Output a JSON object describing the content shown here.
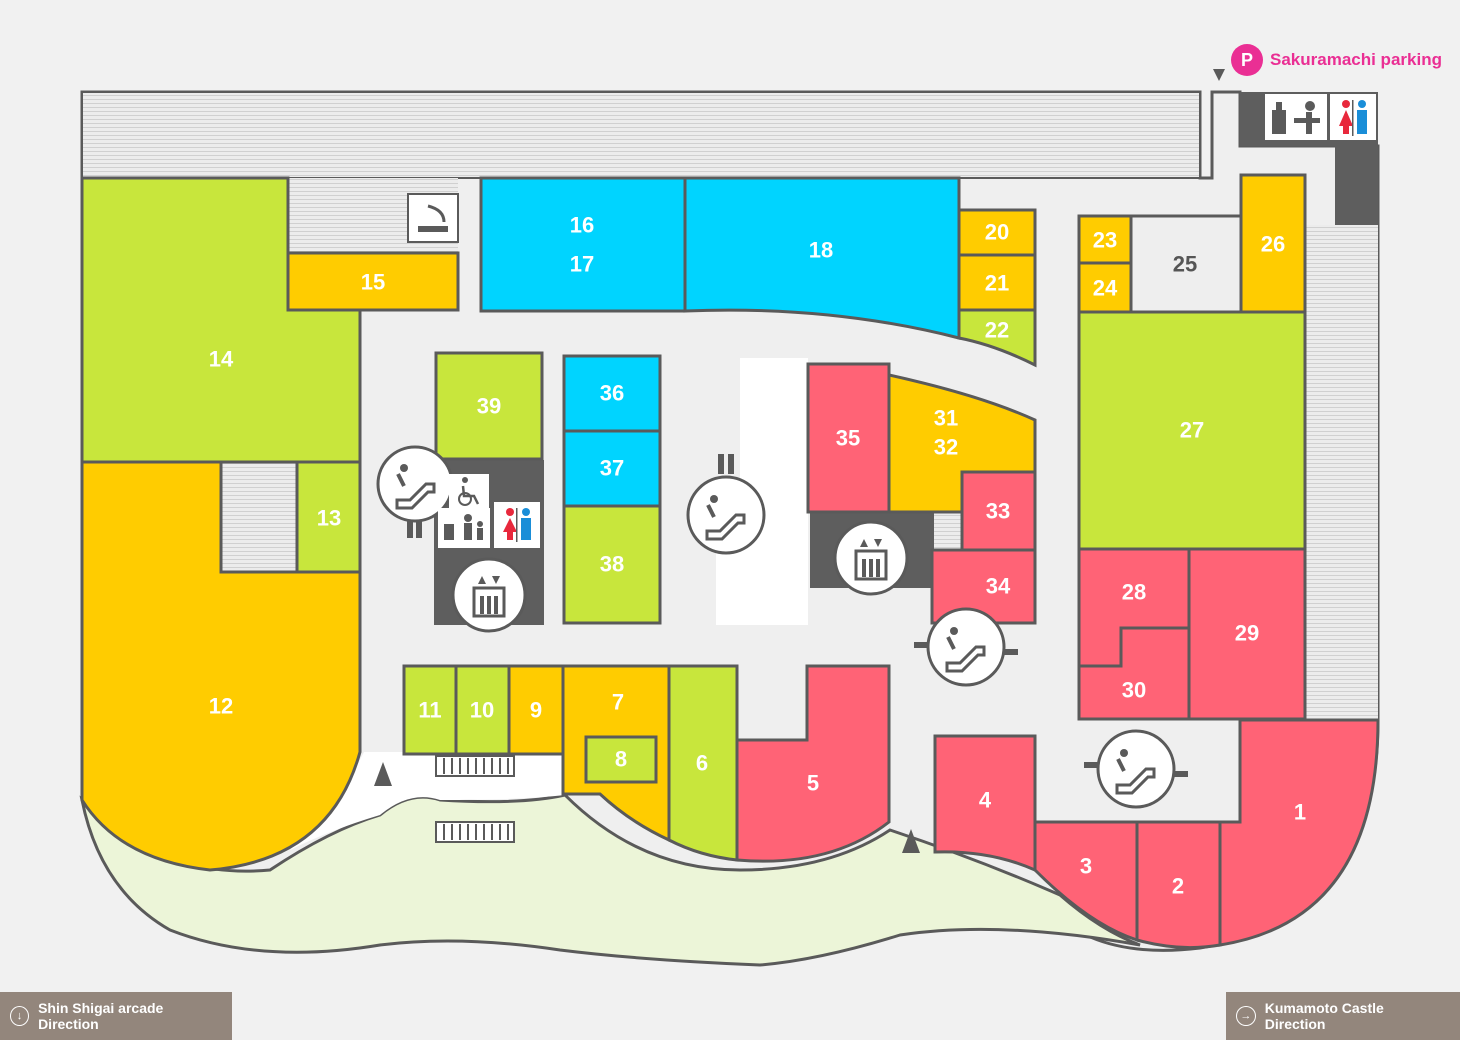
{
  "parking": {
    "icon_letter": "P",
    "label": "Sakuramachi parking"
  },
  "directions": {
    "left": {
      "label": "Shin Shigai arcade Direction",
      "icon": "arrow-down-circle-icon"
    },
    "right": {
      "label": "Kumamoto Castle Direction",
      "icon": "arrow-right-circle-icon"
    }
  },
  "colors": {
    "green": "#c8e63c",
    "yellow": "#ffcc00",
    "blue": "#00d4ff",
    "pink": "#ff6376",
    "corridor": "#efefef",
    "outline": "#5a5a5a",
    "facility": "#5e5e5e",
    "parking": "#ea2f94",
    "garden": "#ecf5d8"
  },
  "shops": {
    "s1": "1",
    "s2": "2",
    "s3": "3",
    "s4": "4",
    "s5": "5",
    "s6": "6",
    "s7": "7",
    "s8": "8",
    "s9": "9",
    "s10": "10",
    "s11": "11",
    "s12": "12",
    "s13": "13",
    "s14": "14",
    "s15": "15",
    "s16": "16",
    "s17": "17",
    "s18": "18",
    "s20": "20",
    "s21": "21",
    "s22": "22",
    "s23": "23",
    "s24": "24",
    "s25": "25",
    "s26": "26",
    "s27": "27",
    "s28": "28",
    "s29": "29",
    "s30": "30",
    "s31": "31",
    "s32": "32",
    "s33": "33",
    "s34": "34",
    "s35": "35",
    "s36": "36",
    "s37": "37",
    "s38": "38",
    "s39": "39"
  },
  "facility_icons": [
    "escalator-icon",
    "elevator-icon",
    "restroom-icon",
    "wheelchair-icon",
    "family-restroom-icon",
    "nursing-room-icon",
    "smoking-area-icon",
    "entrance-arrow-icon"
  ]
}
